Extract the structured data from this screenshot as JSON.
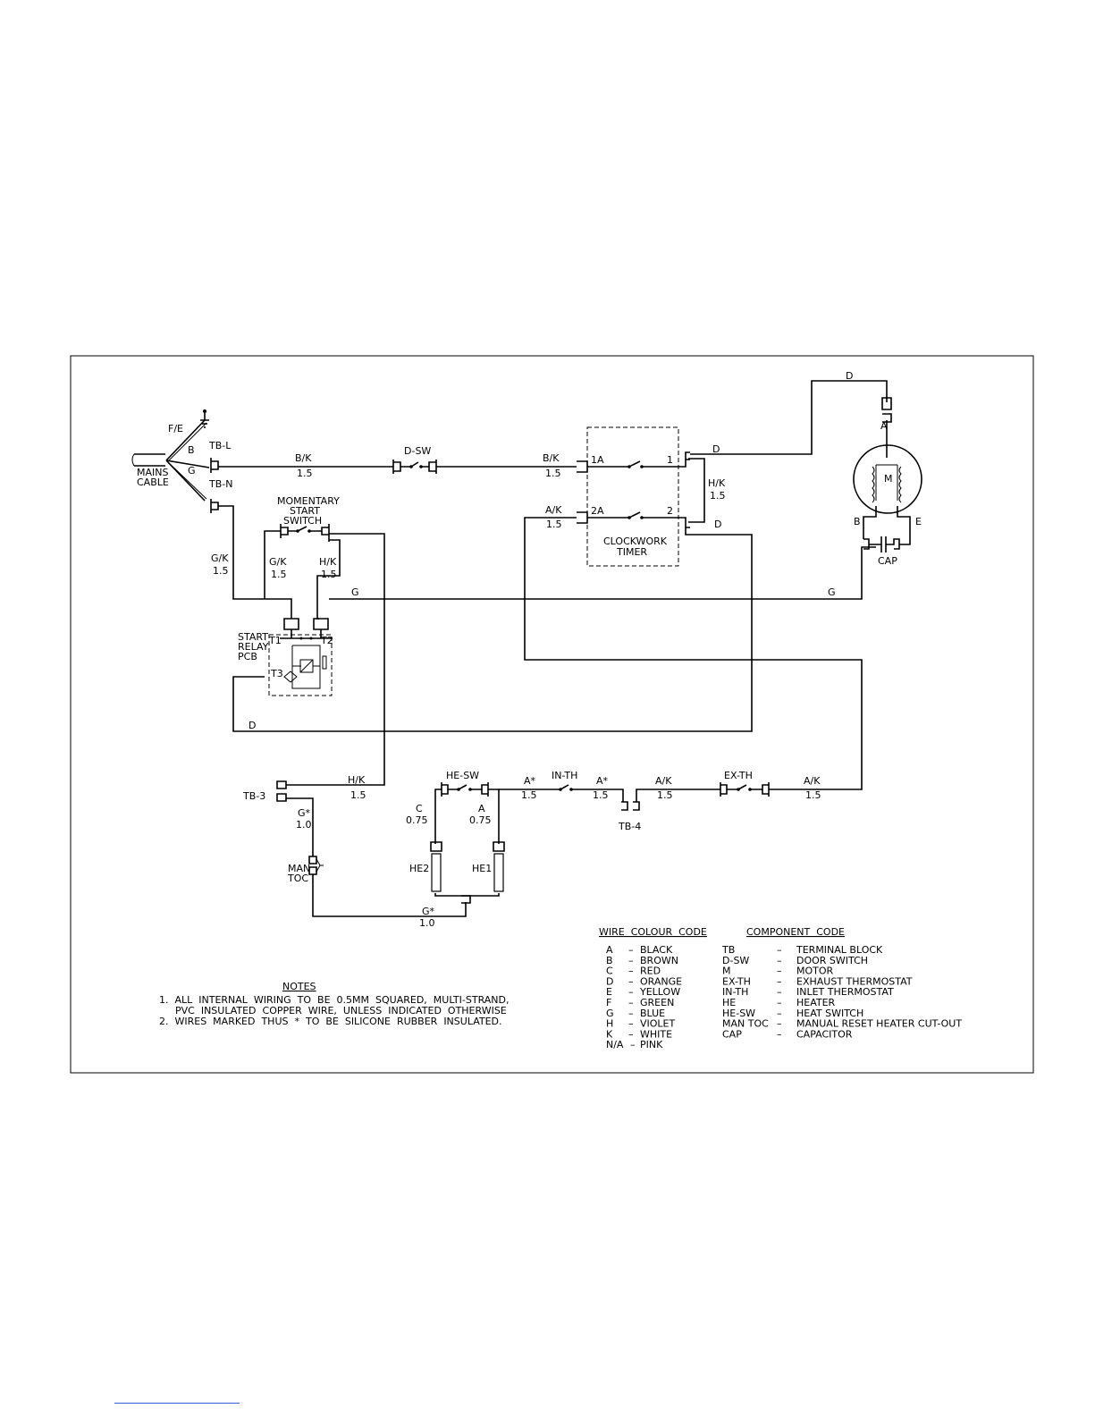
{
  "mains": {
    "fe": "F/E",
    "b": "B",
    "g": "G",
    "cable_l1": "MAINS",
    "cable_l2": "CABLE",
    "tbl": "TB-L",
    "tbn": "TB-N"
  },
  "wires": {
    "bk1": "B/K",
    "bk1s": "1.5",
    "dsw": "D-SW",
    "bk2": "B/K",
    "bk2s": "1.5",
    "ak1": "A/K",
    "ak1s": "1.5",
    "d_top": "D",
    "d1": "D",
    "hk_t": "H/K",
    "hk_ts": "1.5",
    "d2": "D",
    "a_m": "A",
    "gk_l": "G/K",
    "gk_ls": "1.5",
    "gk2": "G/K",
    "gk2s": "1.5",
    "hk2": "H/K",
    "hk2s": "1.5",
    "g1": "G",
    "g2": "G",
    "d3": "D",
    "hk3": "H/K",
    "hk3s": "1.5",
    "g_star": "G*",
    "g_stars": "1.0",
    "c": "C",
    "cs": "0.75",
    "a2": "A",
    "a2s": "0.75",
    "astar1": "A*",
    "astar1s": "1.5",
    "astar2": "A*",
    "astar2s": "1.5",
    "ak2": "A/K",
    "ak2s": "1.5",
    "ak3": "A/K",
    "ak3s": "1.5",
    "g_star2": "G*",
    "g_star2s": "1.0",
    "b_m": "B",
    "e_m": "E"
  },
  "components": {
    "timer_t1": "1A",
    "timer_t2": "1",
    "timer_t3": "2A",
    "timer_t4": "2",
    "timer_l1": "CLOCKWORK",
    "timer_l2": "TIMER",
    "mss_l1": "MOMENTARY",
    "mss_l2": "START",
    "mss_l3": "SWITCH",
    "pcb_l1": "START",
    "pcb_l2": "RELAY",
    "pcb_l3": "PCB",
    "t1": "T1",
    "t2": "T2",
    "t3": "T3",
    "motor": "M",
    "cap": "CAP",
    "tb3": "TB-3",
    "tb4": "TB-4",
    "man_l1": "MAN",
    "man_l2": "TOC",
    "he2": "HE2",
    "he1": "HE1",
    "hesw": "HE-SW",
    "inth": "IN-TH",
    "exth": "EX-TH"
  },
  "notes": {
    "title": "NOTES",
    "n1": "1.  ALL  INTERNAL  WIRING  TO  BE  0.5MM  SQUARED,  MULTI-STRAND,",
    "n1b": "PVC  INSULATED  COPPER  WIRE,  UNLESS  INDICATED  OTHERWISE",
    "n2": "2.  WIRES  MARKED  THUS  *  TO  BE  SILICONE  RUBBER  INSULATED."
  },
  "wire_colour": {
    "title": "WIRE  COLOUR  CODE",
    "rows": [
      {
        "code": "A",
        "name": "BLACK"
      },
      {
        "code": "B",
        "name": "BROWN"
      },
      {
        "code": "C",
        "name": "RED"
      },
      {
        "code": "D",
        "name": "ORANGE"
      },
      {
        "code": "E",
        "name": "YELLOW"
      },
      {
        "code": "F",
        "name": "GREEN"
      },
      {
        "code": "G",
        "name": "BLUE"
      },
      {
        "code": "H",
        "name": "VIOLET"
      },
      {
        "code": "K",
        "name": "WHITE"
      },
      {
        "code": "N/A",
        "name": "PINK"
      }
    ]
  },
  "component_code": {
    "title": "COMPONENT  CODE",
    "rows": [
      {
        "code": "TB",
        "name": "TERMINAL  BLOCK"
      },
      {
        "code": "D-SW",
        "name": "DOOR  SWITCH"
      },
      {
        "code": "M",
        "name": "MOTOR"
      },
      {
        "code": "EX-TH",
        "name": "EXHAUST  THERMOSTAT"
      },
      {
        "code": "IN-TH",
        "name": "INLET  THERMOSTAT"
      },
      {
        "code": "HE",
        "name": "HEATER"
      },
      {
        "code": "HE-SW",
        "name": "HEAT  SWITCH"
      },
      {
        "code": "MAN  TOC",
        "name": "MANUAL  RESET  HEATER  CUT-OUT"
      },
      {
        "code": "CAP",
        "name": "CAPACITOR"
      }
    ]
  }
}
